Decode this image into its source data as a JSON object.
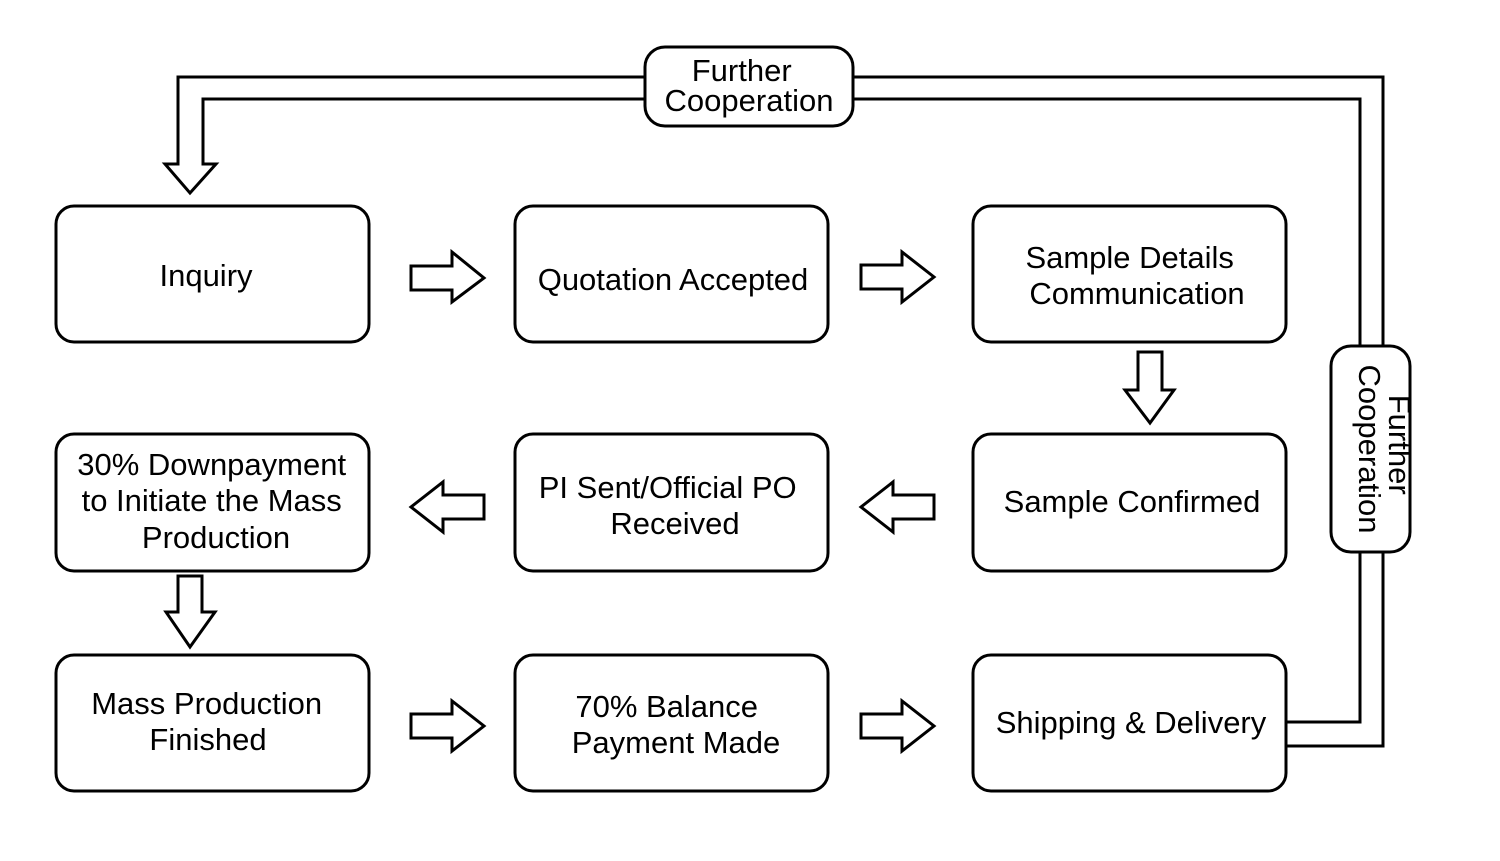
{
  "colors": {
    "background": "#ffffff",
    "stroke": "#000000",
    "fill": "#ffffff"
  },
  "nodes": {
    "inquiry": {
      "lines": [
        "Inquiry"
      ]
    },
    "quotation_accepted": {
      "lines": [
        "Quotation Accepted"
      ]
    },
    "sample_details": {
      "lines": [
        "Sample Details",
        "Communication"
      ]
    },
    "sample_confirmed": {
      "lines": [
        "Sample Confirmed"
      ]
    },
    "pi_sent": {
      "lines": [
        "PI Sent/Official PO",
        "Received"
      ]
    },
    "downpayment": {
      "lines": [
        "30% Downpayment",
        "to Initiate the Mass",
        "Production"
      ]
    },
    "mass_production": {
      "lines": [
        "Mass Production",
        "Finished"
      ]
    },
    "balance_payment": {
      "lines": [
        "70% Balance",
        "Payment Made"
      ]
    },
    "shipping": {
      "lines": [
        "Shipping  & Delivery"
      ]
    }
  },
  "loop_labels": {
    "top": {
      "lines": [
        "Further",
        "Cooperation"
      ]
    },
    "side": {
      "lines": [
        "Further",
        "Cooperation"
      ]
    }
  },
  "arrows": [
    {
      "from": "inquiry",
      "to": "quotation_accepted",
      "direction": "right"
    },
    {
      "from": "quotation_accepted",
      "to": "sample_details",
      "direction": "right"
    },
    {
      "from": "sample_details",
      "to": "sample_confirmed",
      "direction": "down"
    },
    {
      "from": "sample_confirmed",
      "to": "pi_sent",
      "direction": "left"
    },
    {
      "from": "pi_sent",
      "to": "downpayment",
      "direction": "left"
    },
    {
      "from": "downpayment",
      "to": "mass_production",
      "direction": "down"
    },
    {
      "from": "mass_production",
      "to": "balance_payment",
      "direction": "right"
    },
    {
      "from": "balance_payment",
      "to": "shipping",
      "direction": "right"
    },
    {
      "from": "shipping",
      "to": "inquiry",
      "direction": "loop"
    }
  ]
}
